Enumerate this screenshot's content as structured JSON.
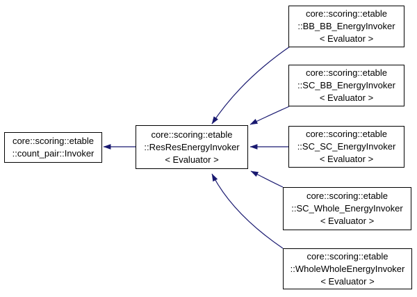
{
  "diagram": {
    "kind": "class-inheritance-graph",
    "colors": {
      "background": "#ffffff",
      "arrow": "#191970",
      "node_border": "#000000",
      "node_fill": "#ffffff",
      "text": "#000000"
    },
    "nodes": {
      "base": {
        "lines": [
          "core::scoring::etable",
          "::count_pair::Invoker"
        ]
      },
      "center": {
        "lines": [
          "core::scoring::etable",
          "::ResResEnergyInvoker",
          "< Evaluator >"
        ]
      },
      "derived": [
        {
          "lines": [
            "core::scoring::etable",
            "::BB_BB_EnergyInvoker",
            "< Evaluator >"
          ]
        },
        {
          "lines": [
            "core::scoring::etable",
            "::SC_BB_EnergyInvoker",
            "< Evaluator >"
          ]
        },
        {
          "lines": [
            "core::scoring::etable",
            "::SC_SC_EnergyInvoker",
            "< Evaluator >"
          ]
        },
        {
          "lines": [
            "core::scoring::etable",
            "::SC_Whole_EnergyInvoker",
            "< Evaluator >"
          ]
        },
        {
          "lines": [
            "core::scoring::etable",
            "::WholeWholeEnergyInvoker",
            "< Evaluator >"
          ]
        }
      ]
    }
  }
}
